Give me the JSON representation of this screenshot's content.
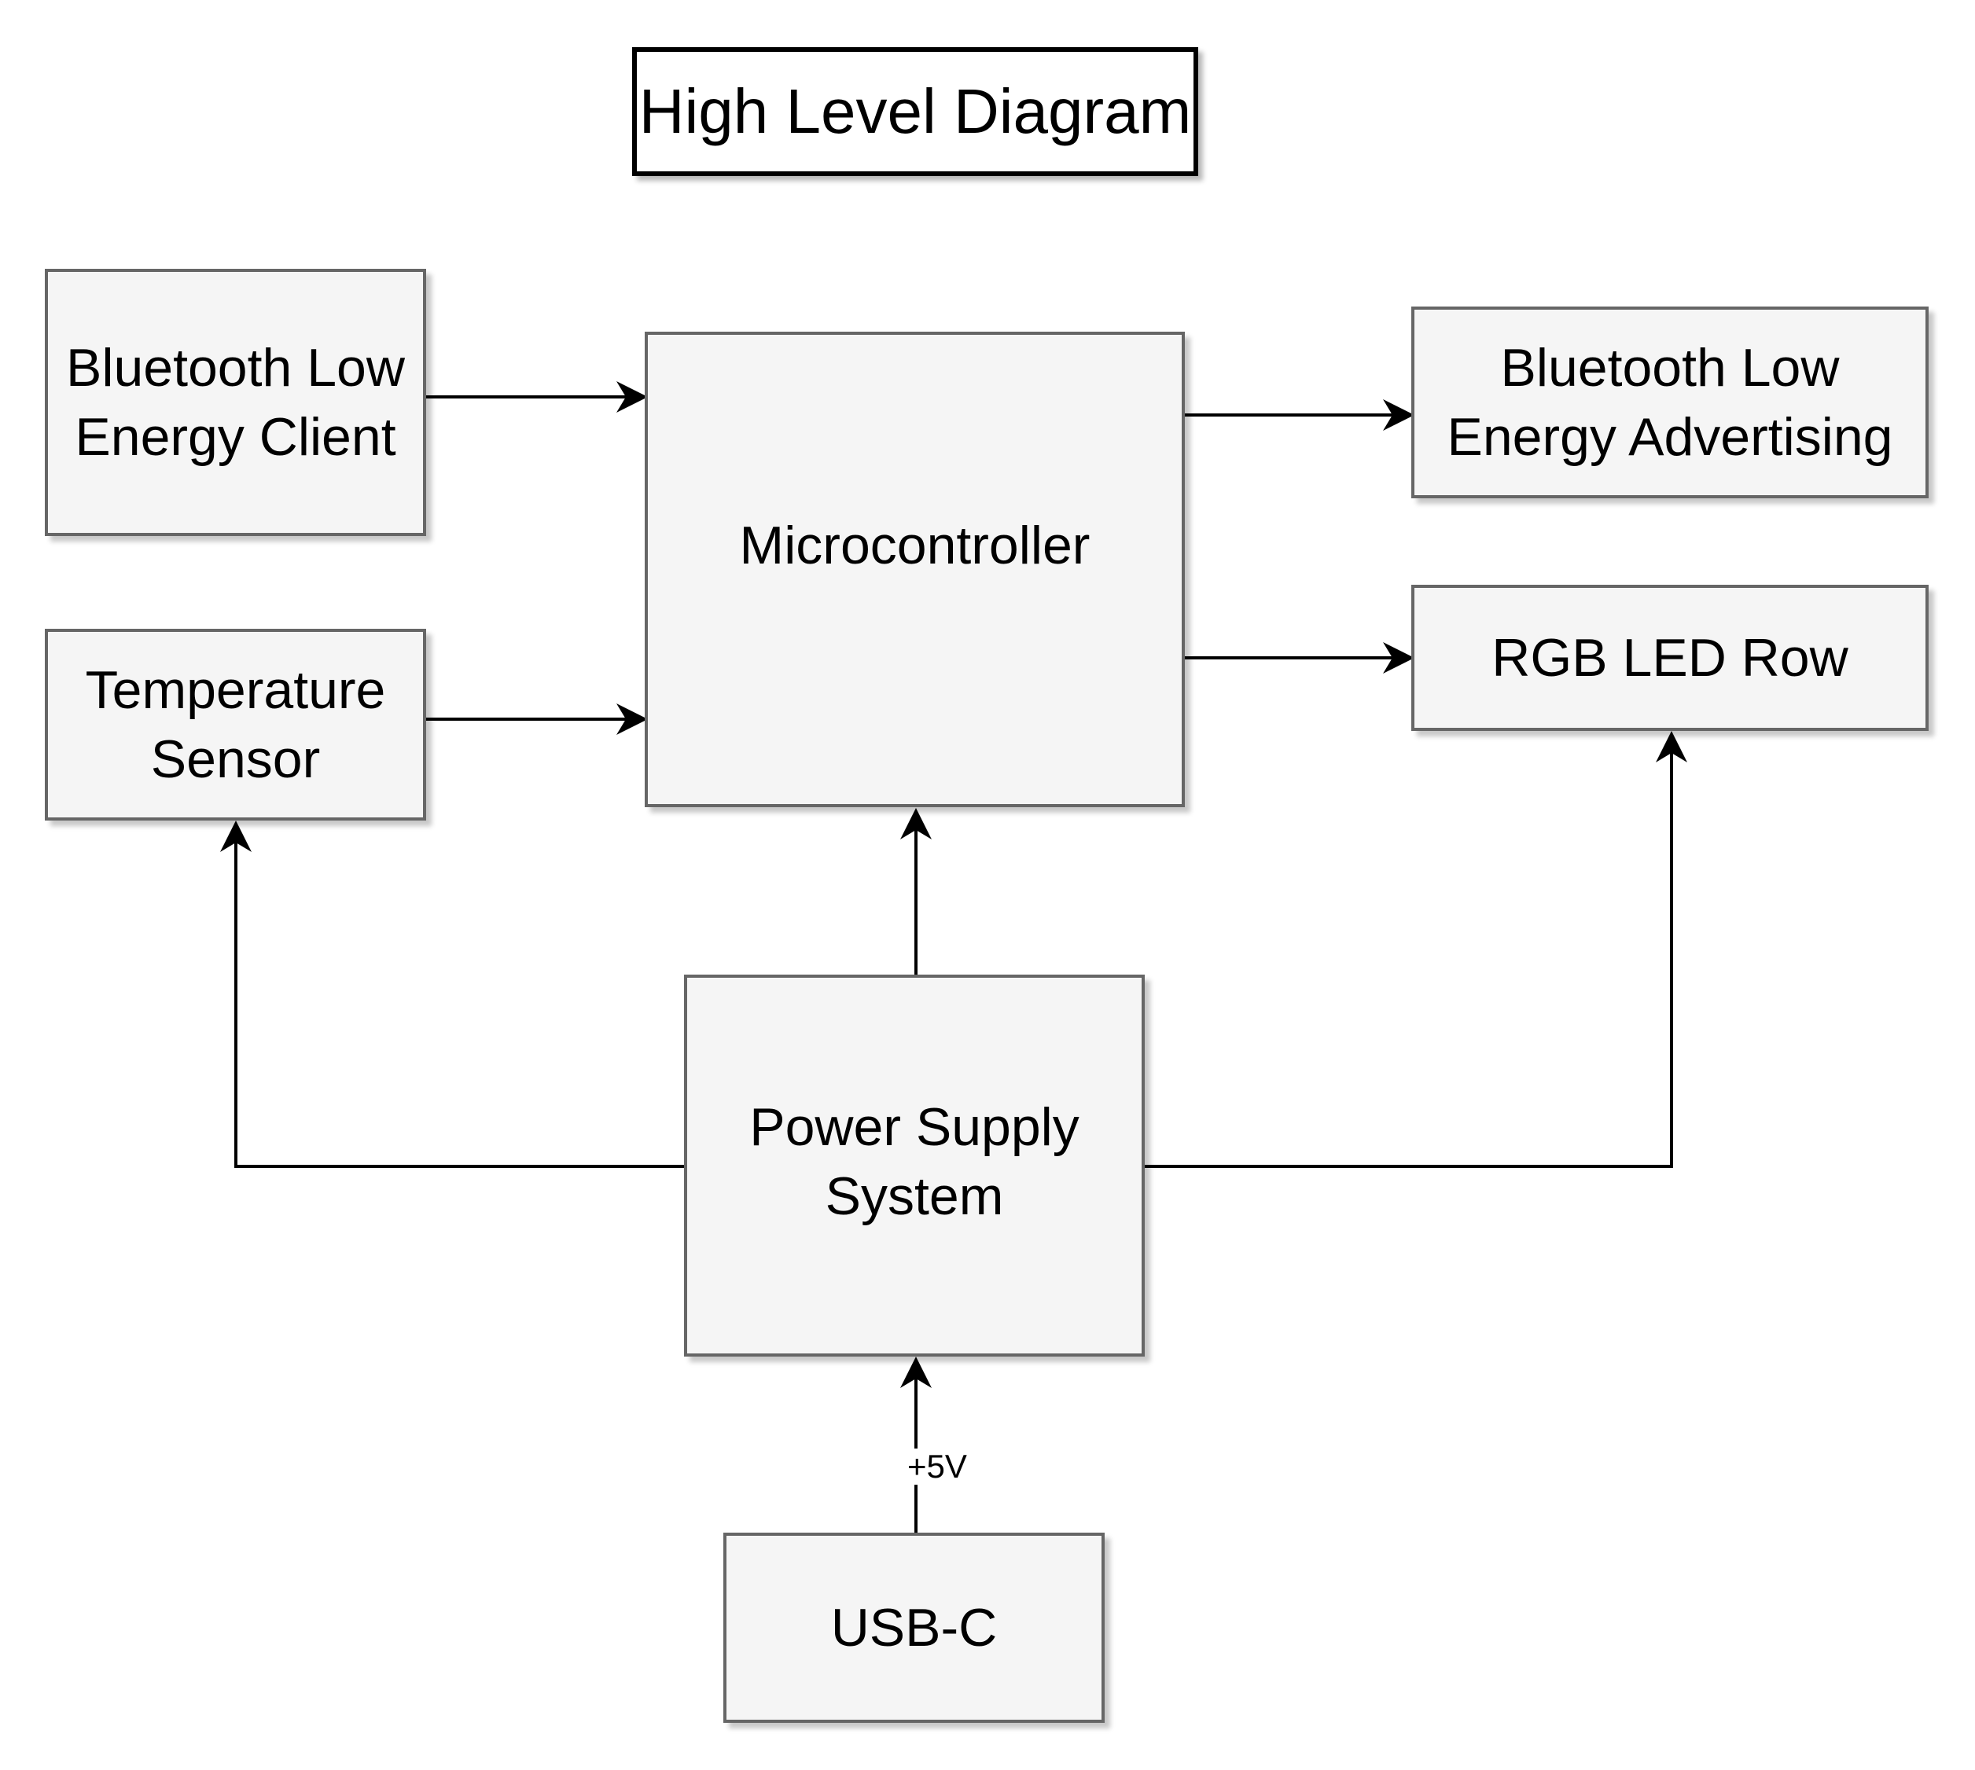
{
  "diagram": {
    "title": "High Level Diagram",
    "colors": {
      "block_fill": "#f5f5f5",
      "block_border": "#666666",
      "line": "#000000",
      "background": "#ffffff"
    },
    "blocks": {
      "ble_client": {
        "line1": "Bluetooth Low",
        "line2": "Energy Client"
      },
      "temp_sensor": {
        "line1": "Temperature",
        "line2": "Sensor"
      },
      "microcontroller": {
        "line1": "Microcontroller"
      },
      "ble_advertising": {
        "line1": "Bluetooth Low",
        "line2": "Energy Advertising"
      },
      "rgb_led_row": {
        "line1": "RGB LED Row"
      },
      "power_supply": {
        "line1": "Power Supply",
        "line2": "System"
      },
      "usb_c": {
        "line1": "USB-C"
      }
    },
    "connections": [
      {
        "from": "ble_client",
        "to": "microcontroller",
        "label": ""
      },
      {
        "from": "temp_sensor",
        "to": "microcontroller",
        "label": ""
      },
      {
        "from": "microcontroller",
        "to": "ble_advertising",
        "label": ""
      },
      {
        "from": "microcontroller",
        "to": "rgb_led_row",
        "label": ""
      },
      {
        "from": "power_supply",
        "to": "microcontroller",
        "label": ""
      },
      {
        "from": "power_supply",
        "to": "temp_sensor",
        "label": ""
      },
      {
        "from": "power_supply",
        "to": "rgb_led_row",
        "label": ""
      },
      {
        "from": "usb_c",
        "to": "power_supply",
        "label": "+5V"
      }
    ]
  }
}
